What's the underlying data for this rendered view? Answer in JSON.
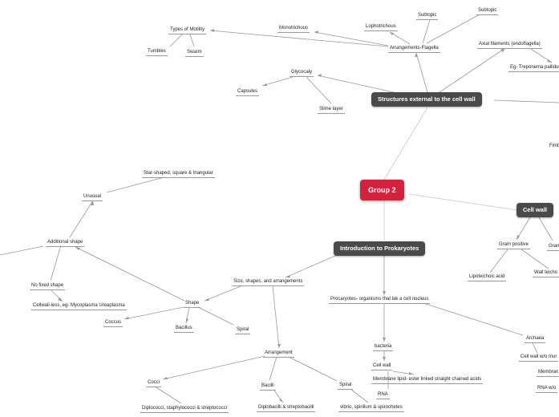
{
  "root": {
    "label": "Group 2"
  },
  "main": {
    "external": "Structures external to the cell wall",
    "intro": "Introduction to Prokaryotes",
    "cellwall": "Cell wall"
  },
  "external": {
    "arrangements_flagella": "Arrangements-Flagella",
    "subtopic_1": "Subtopic",
    "subtopic_2": "Subtopic",
    "lophotrichous": "Lophotrichous",
    "monotrichous": "Monotrichous",
    "types_of_motility": "Types of Motility",
    "tumbles": "Tumbles",
    "swarm": "Swarm",
    "axial_filaments": "Axial filaments (endoflagella)",
    "treponema": "Eg- Treponema pallidum",
    "glycocaly": "Glycocaly",
    "capsules": "Capsules",
    "slime_layer": "Slime layer",
    "fimbriae_partial": "Fimb"
  },
  "cellwall": {
    "gram_positive": "Gram positive",
    "gram_partial": "Gram",
    "lipoteichoic": "Lipoteichoic acid",
    "wall_teichoic": "Wall teicho"
  },
  "intro": {
    "size_shapes": "Size, shapes, and arrangements",
    "procaryotes": "Procaryotes- organisms that lak a cell nucleus",
    "archaea": "Archaea",
    "archaea_cellwall": "Cell wall w/o mur",
    "archaea_membrane": "Membran",
    "archaea_rna": "RNA w/o",
    "bacteria": "bacteria",
    "cell_wall": "Cell wall",
    "membrane": "Membrane lipid- ester linked straight chained acids",
    "rna": "RNA",
    "shape": "Shape",
    "coccus": "Coccus",
    "bacillus": "Bacillus",
    "spiral": "Spiral",
    "arrangement": "Arrangement",
    "cocci": "Cocci",
    "cocci_types": "Diplococci, staphylococci & streptococci",
    "bacilli": "Bacilli",
    "bacilli_types": "Diplobacilli & streptobacilli",
    "spiral_arr": "Spiral",
    "spiral_types": "vibrio, spirillum & spirochetes",
    "additional_shape": "Additional shape",
    "unusual": "Unusual",
    "star_shaped": "Star-shaped, square & triangular",
    "no_fixed_shape": "No fixed shape",
    "cellwall_less": "Cellwall-less, eg- Mycoplasma Ureaplasma"
  }
}
